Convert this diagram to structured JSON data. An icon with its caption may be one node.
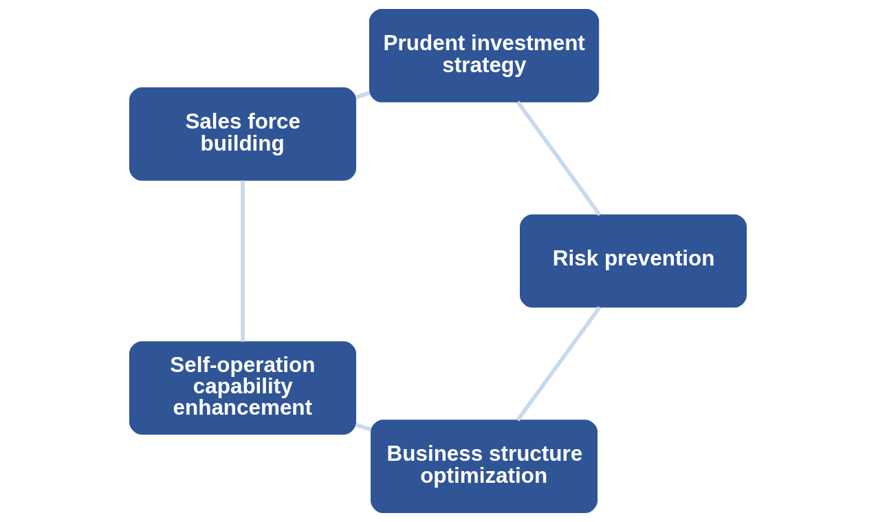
{
  "diagram": {
    "nodes": [
      {
        "text": [
          "Business structure optimization"
        ]
      },
      {
        "text": [
          "Risk prevention"
        ]
      },
      {
        "text": [
          "Self-operation capability enhancement"
        ]
      },
      {
        "text": [
          "Prudent investment strategy"
        ]
      },
      {
        "text": [
          "Sales force building"
        ]
      }
    ],
    "edges": [
      {
        "from": 0,
        "to": 2,
        "arrow": "none"
      },
      {
        "from": 2,
        "to": 4,
        "arrow": "none"
      },
      {
        "from": 4,
        "to": 3,
        "arrow": "none"
      },
      {
        "from": 3,
        "to": 1,
        "arrow": "none"
      },
      {
        "from": 1,
        "to": 0,
        "arrow": "none"
      }
    ]
  }
}
